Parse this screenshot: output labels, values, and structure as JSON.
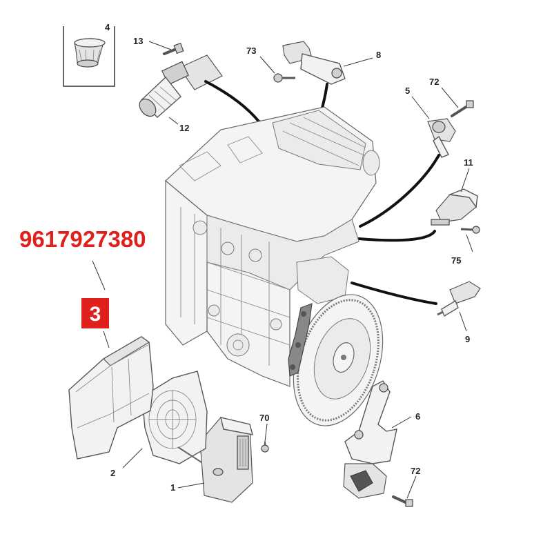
{
  "part_number": "9617927380",
  "highlight_callout": "3",
  "callouts": {
    "c1": "1",
    "c2": "2",
    "c4": "4",
    "c5": "5",
    "c6": "6",
    "c8": "8",
    "c9": "9",
    "c11": "11",
    "c12": "12",
    "c13": "13",
    "c70": "70",
    "c72a": "72",
    "c72b": "72",
    "c73": "73",
    "c75": "75"
  },
  "colors": {
    "highlight": "#e0201d"
  }
}
